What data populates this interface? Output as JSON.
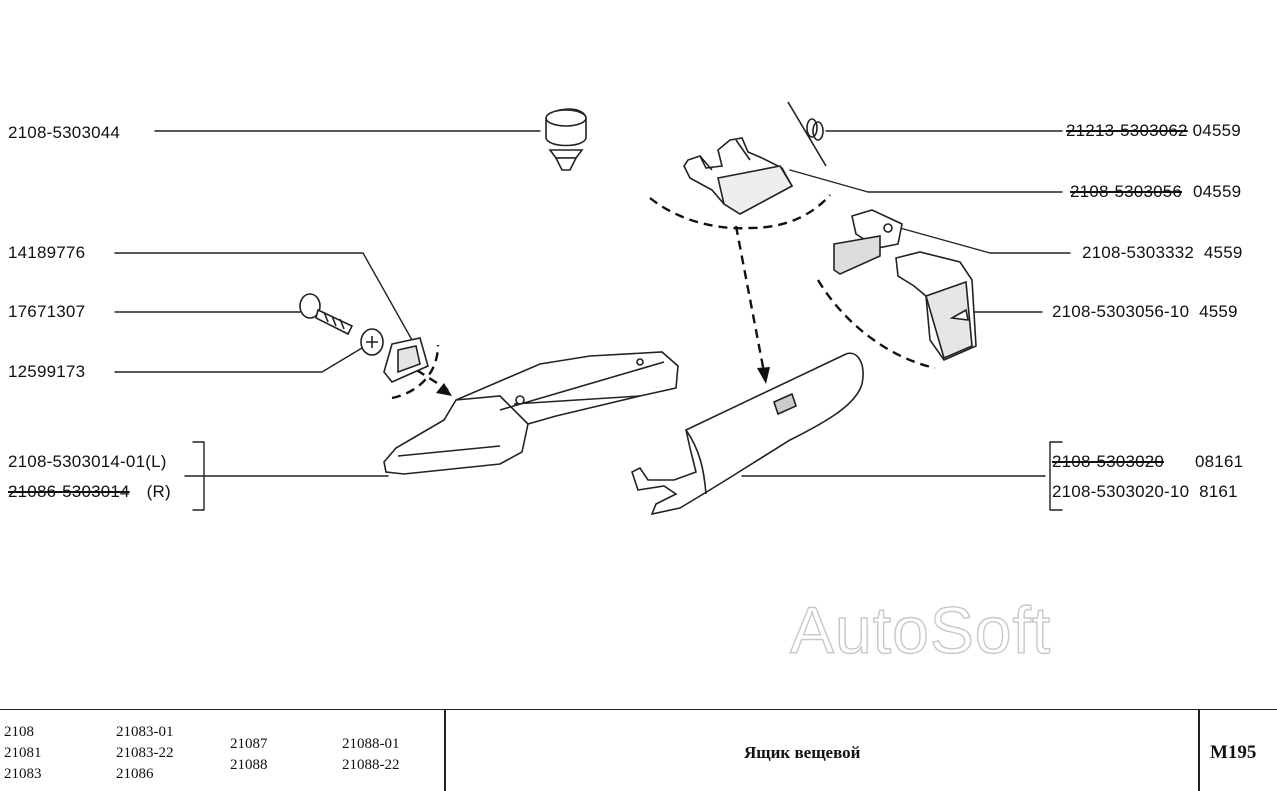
{
  "parts": {
    "left": [
      {
        "id": "bumper",
        "line1": "2108-5303044"
      },
      {
        "id": "clip",
        "line1": "14189776"
      },
      {
        "id": "screw",
        "line1": "17671307"
      },
      {
        "id": "washer",
        "line1": "12599173"
      },
      {
        "id": "side-panel",
        "line1": "2108-5303014-01(L)",
        "line2_struck": "21086-5303014",
        "line2_tail": "(R)"
      }
    ],
    "right": [
      {
        "id": "spring",
        "struck": "21213-5303062",
        "tail": "04559"
      },
      {
        "id": "handle",
        "struck": "2108-5303056",
        "tail": "04559"
      },
      {
        "id": "latch-bracket",
        "text": "2108-5303332  4559"
      },
      {
        "id": "lock",
        "text": "2108-5303056-10  4559"
      },
      {
        "id": "glovebox",
        "line1_struck": "2108-5303020",
        "line1_tail": "08161",
        "line2": "2108-5303020-10  8161"
      }
    ]
  },
  "watermark": "AutoSoft",
  "footer": {
    "models_col1": [
      "2108",
      "21081",
      "21083"
    ],
    "models_col2": [
      "21083-01",
      "21083-22",
      "21086"
    ],
    "models_col3": [
      "21087",
      "21088"
    ],
    "models_col4": [
      "21088-01",
      "21088-22"
    ],
    "title": "Ящик вещевой",
    "code": "M195"
  }
}
